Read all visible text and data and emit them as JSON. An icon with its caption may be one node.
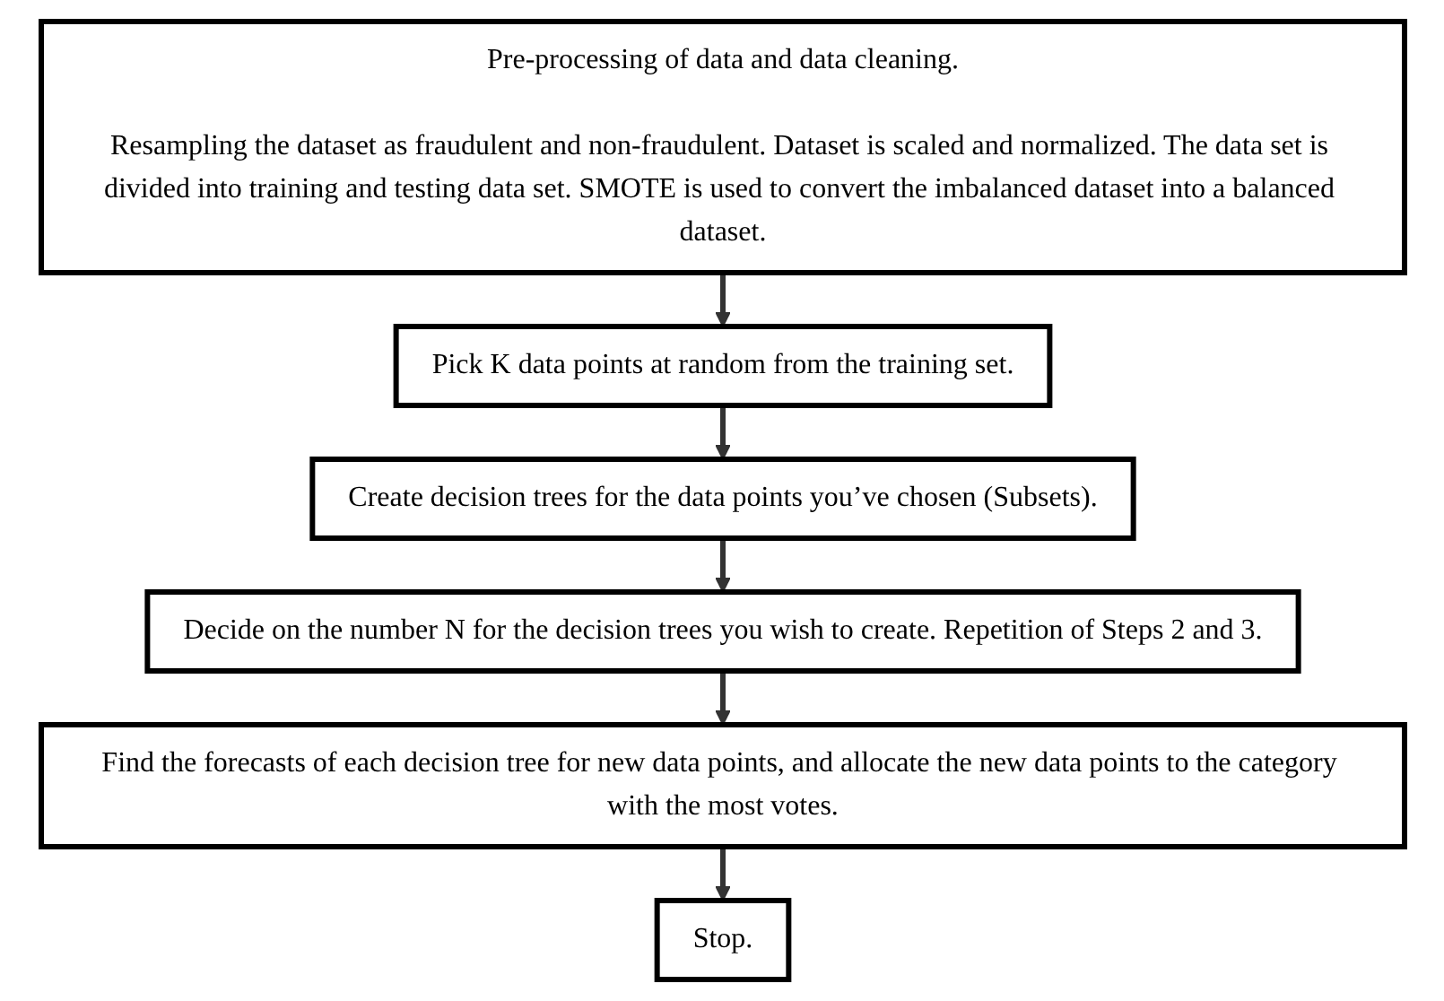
{
  "diagram": {
    "nodes": [
      {
        "text": [
          "Pre-processing of data and data cleaning.",
          "Resampling the dataset as fraudulent and non-fraudulent. Dataset is scaled and normalized. The data set is divided into training and testing data set. SMOTE is used to convert the imbalanced dataset into a balanced dataset."
        ]
      },
      {
        "text": [
          "Pick K data points at random from the training set."
        ]
      },
      {
        "text": [
          "Create decision trees for the data points you’ve chosen (Subsets)."
        ]
      },
      {
        "text": [
          "Decide on the number N for the decision trees you wish to create. Repetition of Steps 2 and 3."
        ]
      },
      {
        "text": [
          "Find the forecasts of each decision tree for new data points, and allocate the new data points to the category with the most votes."
        ]
      },
      {
        "text": [
          "Stop."
        ]
      }
    ],
    "edges": [
      {
        "from": 0,
        "to": 1,
        "arrow": "to"
      },
      {
        "from": 1,
        "to": 2,
        "arrow": "to"
      },
      {
        "from": 2,
        "to": 3,
        "arrow": "to"
      },
      {
        "from": 3,
        "to": 4,
        "arrow": "to"
      },
      {
        "from": 4,
        "to": 5,
        "arrow": "to"
      }
    ]
  }
}
